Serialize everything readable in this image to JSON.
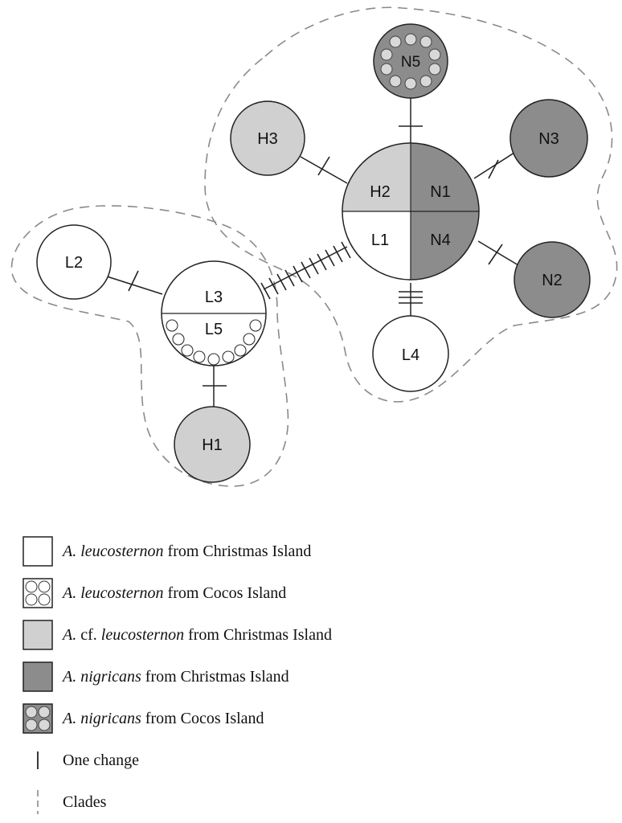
{
  "nodes": {
    "N5": "N5",
    "H3": "H3",
    "N3": "N3",
    "H2": "H2",
    "N1": "N1",
    "L1": "L1",
    "N4": "N4",
    "L2": "L2",
    "L3": "L3",
    "L5": "L5",
    "N2": "N2",
    "L4": "L4",
    "H1": "H1"
  },
  "legend": [
    {
      "genus": "A.",
      "qualifier": "",
      "species": "leucosternon",
      "rest": " from Christmas Island",
      "swatch": "white"
    },
    {
      "genus": "A.",
      "qualifier": "",
      "species": "leucosternon",
      "rest": " from Cocos Island",
      "swatch": "white-dots"
    },
    {
      "genus": "A.",
      "qualifier": " cf.",
      "species": "leucosternon",
      "rest": " from Christmas Island",
      "swatch": "light-gray"
    },
    {
      "genus": "A.",
      "qualifier": "",
      "species": "nigricans",
      "rest": " from Christmas Island",
      "swatch": "dark-gray"
    },
    {
      "genus": "A.",
      "qualifier": "",
      "species": "nigricans",
      "rest": " from Cocos Island",
      "swatch": "dark-gray-dots"
    },
    {
      "text": "One change",
      "swatch": "tick-icon"
    },
    {
      "text": "Clades",
      "swatch": "dashed-line-icon"
    }
  ],
  "colors": {
    "christmas_leucosternon": "#ffffff",
    "cf_leucosternon": "#d0d0d0",
    "nigricans": "#8c8c8c",
    "outline": "#222222",
    "clade_line": "#8a8a8a"
  }
}
